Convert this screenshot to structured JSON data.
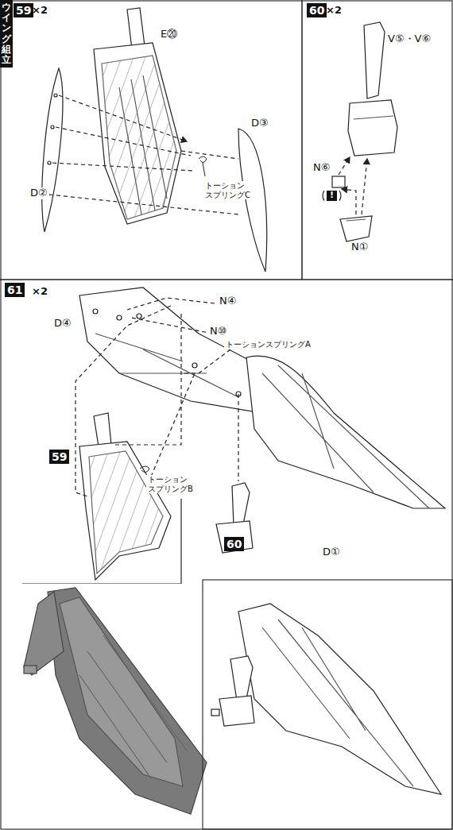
{
  "diagram": {
    "labels": [
      "ウイング組立",
      "59",
      "×2",
      "E⑳",
      "D③",
      "D②",
      "トーション スプリングC",
      "60",
      "×2",
      "V⑤・V⑥",
      "N⑥",
      "!",
      "N①",
      "61",
      "×2",
      "N④",
      "D④",
      "N⑩",
      "トーションスプリングA",
      "59",
      "トーション スプリングB",
      "60",
      "D①"
    ]
  }
}
